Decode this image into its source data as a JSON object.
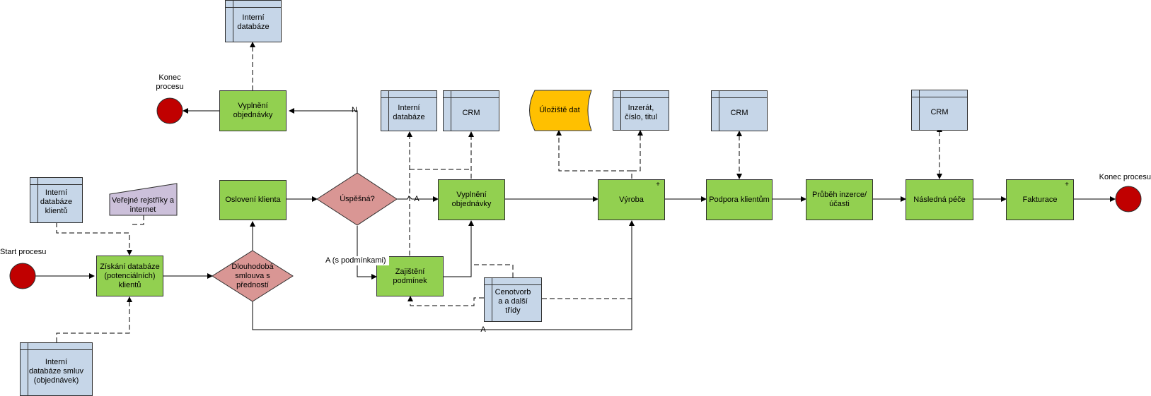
{
  "diagram": {
    "start_label": "Start procesu",
    "end_label_left": "Konec\nprocesu",
    "end_label_right": "Konec procesu",
    "processes": {
      "ziskani": "Získání databáze\n(potenciálních)\nklientů",
      "osloveni": "Oslovení klienta",
      "vyplneni_top": "Vyplnění\nobjednávky",
      "vyplneni_mid": "Vyplnění\nobjednávky",
      "zajisteni": "Zajištění\npodmínek",
      "vyroba": "Výroba",
      "podpora": "Podpora klientům",
      "prubeh": "Průběh inzerce/\núčasti",
      "nasledna": "Následná péče",
      "fakturace": "Fakturace"
    },
    "decisions": {
      "smlouva": "Dlouhodobá\nsmlouva s\npředností",
      "uspesna": "Úspěšná?"
    },
    "data_stores": {
      "interni_klienti": "Interní\ndatabáze\nklientů",
      "interni_smluv": "Interní\ndatabáze smluv\n(objednávek)",
      "interni_top": "Interní\ndatabáze",
      "interni_mid": "Interní\ndatabáze",
      "crm_1": "CRM",
      "crm_2": "CRM",
      "crm_3": "CRM",
      "inzerat": "Inzerát,\nčíslo, titul",
      "cenotvorba": "Cenotvorb\na a další\ntřídy"
    },
    "manual_input": "Veřejné rejstříky a\ninternet",
    "storage": "Úložiště dat",
    "plus_marker": "+",
    "edge_labels": {
      "n": "N",
      "a_mid": "A",
      "a_conditions": "A (s podmínkami)",
      "a_bottom": "A"
    }
  },
  "colors": {
    "process": "#92d050",
    "decision": "#d99694",
    "data_store": "#c6d6e8",
    "manual_input": "#ccc0da",
    "storage": "#ffc000",
    "terminal": "#c00000"
  }
}
